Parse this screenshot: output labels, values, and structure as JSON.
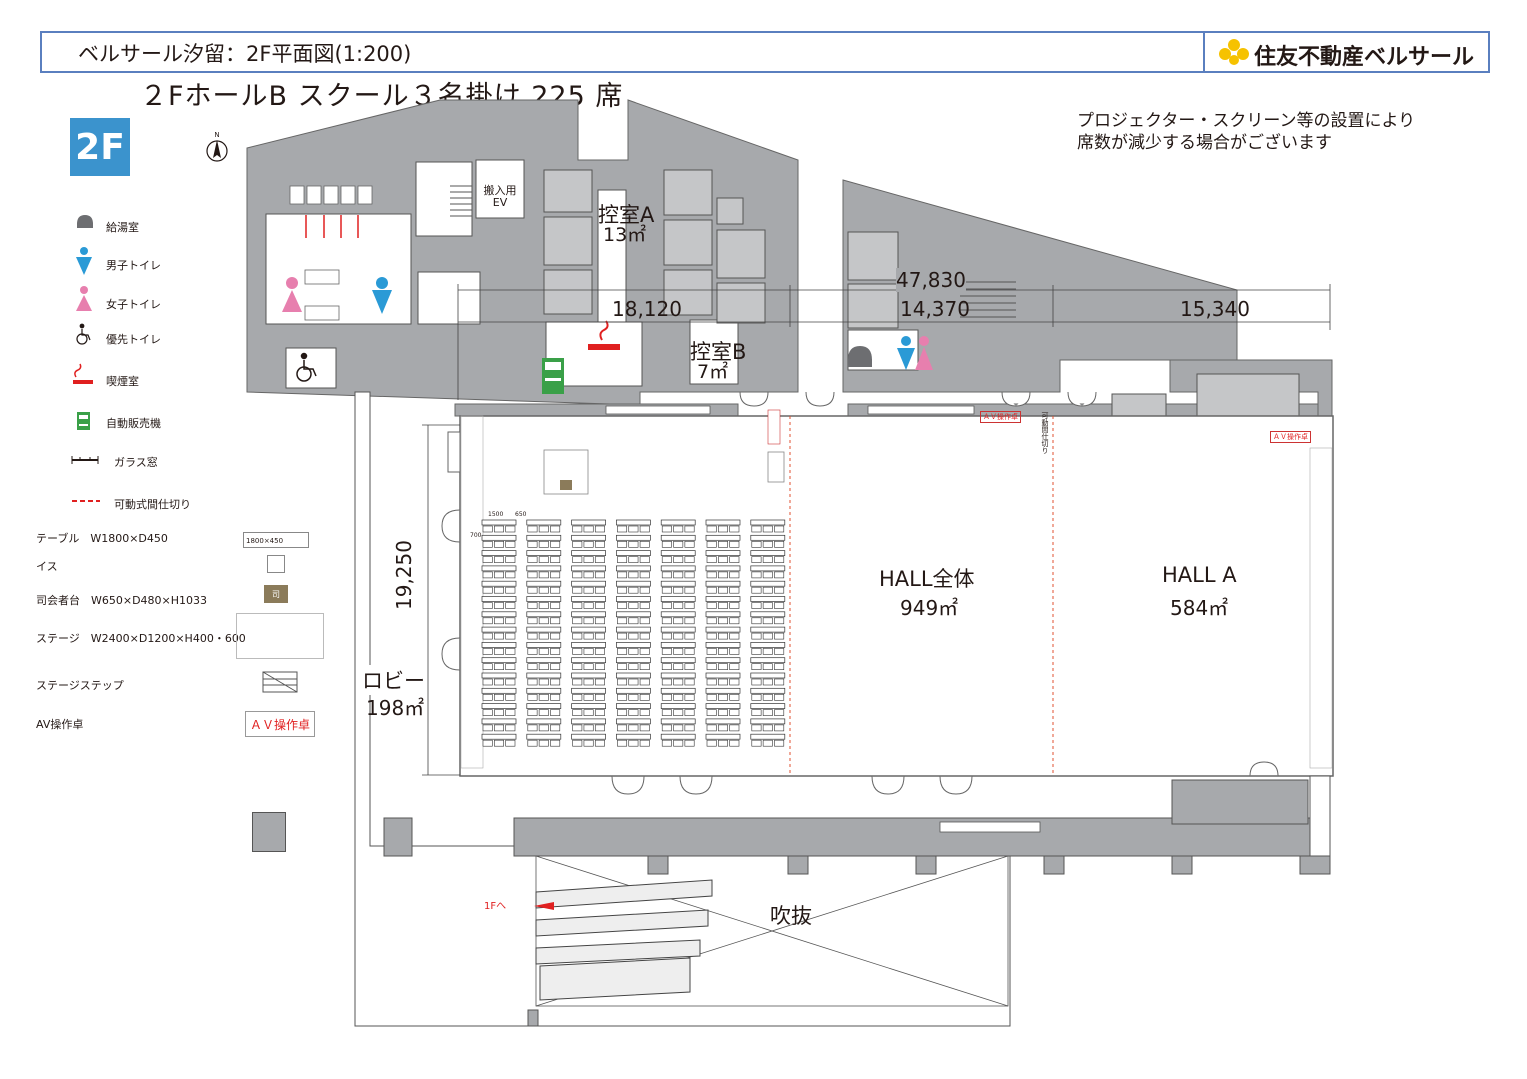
{
  "header": {
    "title": "ベルサール汐留：2F平面図(1:200)",
    "brand": "住友不動産ベルサール"
  },
  "layout_title": "２FホールB スクール３名掛け 225 席",
  "floor_badge": "2F",
  "north": "N",
  "notice": {
    "line1": "プロジェクター・スクリーン等の設置により",
    "line2": "席数が減少する場合がございます"
  },
  "legend": {
    "kyutoshitsu": "給湯室",
    "men_toilet": "男子トイレ",
    "women_toilet": "女子トイレ",
    "priority_toilet": "優先トイレ",
    "smoking": "喫煙室",
    "vending": "自動販売機",
    "glass_window": "ガラス窓",
    "partition": "可動式間仕切り"
  },
  "specs": {
    "table_label": "テーブル　W1800×D450",
    "table_dim": "1800×450",
    "chair_label": "イス",
    "podium_label": "司会者台　W650×D480×H1033",
    "podium_mark": "司",
    "stage_label": "ステージ　W2400×D1200×H400・600",
    "stage_step_label": "ステージステップ",
    "av_label": "AV操作卓",
    "av_mark": "ＡＶ操作卓"
  },
  "plan": {
    "ev_line1": "搬入用",
    "ev_line2": "EV",
    "room_a_name": "控室A",
    "room_a_area": "13㎡",
    "room_b_name": "控室B",
    "room_b_area": "7㎡",
    "dim_total": "47,830",
    "dim_b": "18,120",
    "dim_mid": "14,370",
    "dim_a": "15,340",
    "dim_depth": "19,250",
    "hall_all_name": "HALL全体",
    "hall_all_area": "949㎡",
    "hall_a_name": "HALL A",
    "hall_a_area": "584㎡",
    "lobby_name": "ロビー",
    "lobby_area": "198㎡",
    "atrium": "吹抜",
    "to_1f": "1Fへ",
    "av_desk": "ＡＶ操作卓",
    "partition_note": "可動間仕切り",
    "seat_dim_1": "1500",
    "seat_dim_2": "650",
    "seat_dim_3": "700"
  },
  "seating": {
    "columns": 7,
    "rows": 15,
    "seats_per_table": 3
  },
  "colors": {
    "wall": "#a7a9ac",
    "wall_stroke": "#666666",
    "men": "#2a9ad6",
    "women": "#e77fae",
    "vending": "#3aa048",
    "smoking": "#e02020",
    "partition": "#e05030",
    "header_border": "#5a7fbf",
    "badge": "#3b93cd",
    "logo": "#f6c200"
  }
}
